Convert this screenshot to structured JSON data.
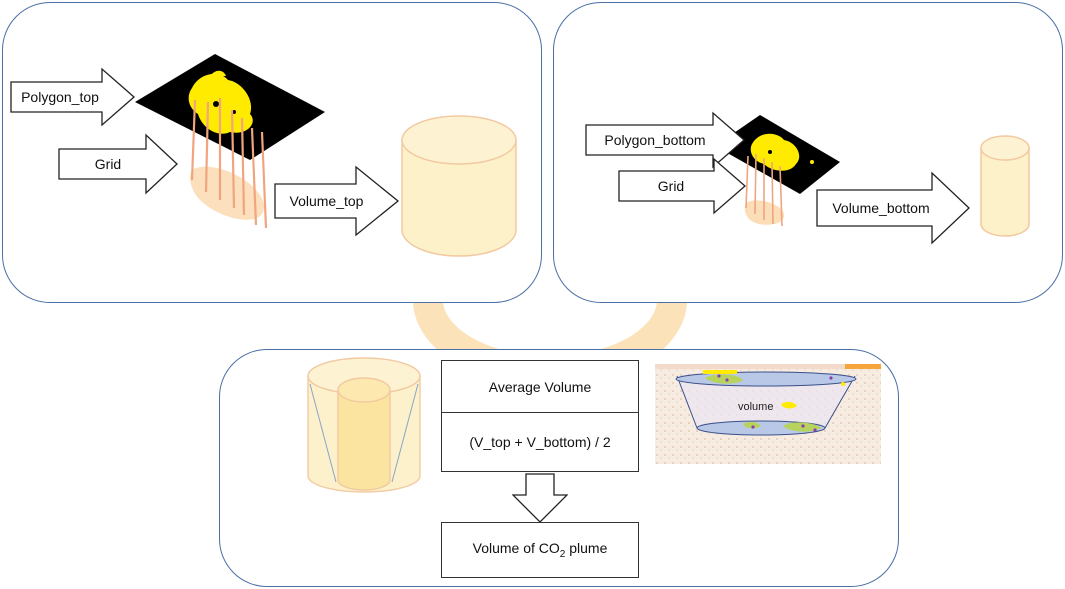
{
  "arrows": {
    "polygon_top": "Polygon_top",
    "grid_top": "Grid",
    "volume_top": "Volume_top",
    "polygon_bottom": "Polygon_bottom",
    "grid_bottom": "Grid",
    "volume_bottom": "Volume_bottom"
  },
  "boxes": {
    "average_volume": "Average Volume",
    "formula": "(V_top + V_bottom) / 2",
    "co2_prefix": "Volume of CO",
    "co2_sub": "2",
    "co2_suffix": " plume"
  },
  "figure_label": "volume",
  "colors": {
    "panel_border": "#4a6fa5",
    "cylinder_fill": "#fdf1c9",
    "cylinder_stroke": "#f2c9a0",
    "grid_line": "#f0a57e",
    "plume": "#ffeb00",
    "loop_arc": "#fbe2b8"
  }
}
